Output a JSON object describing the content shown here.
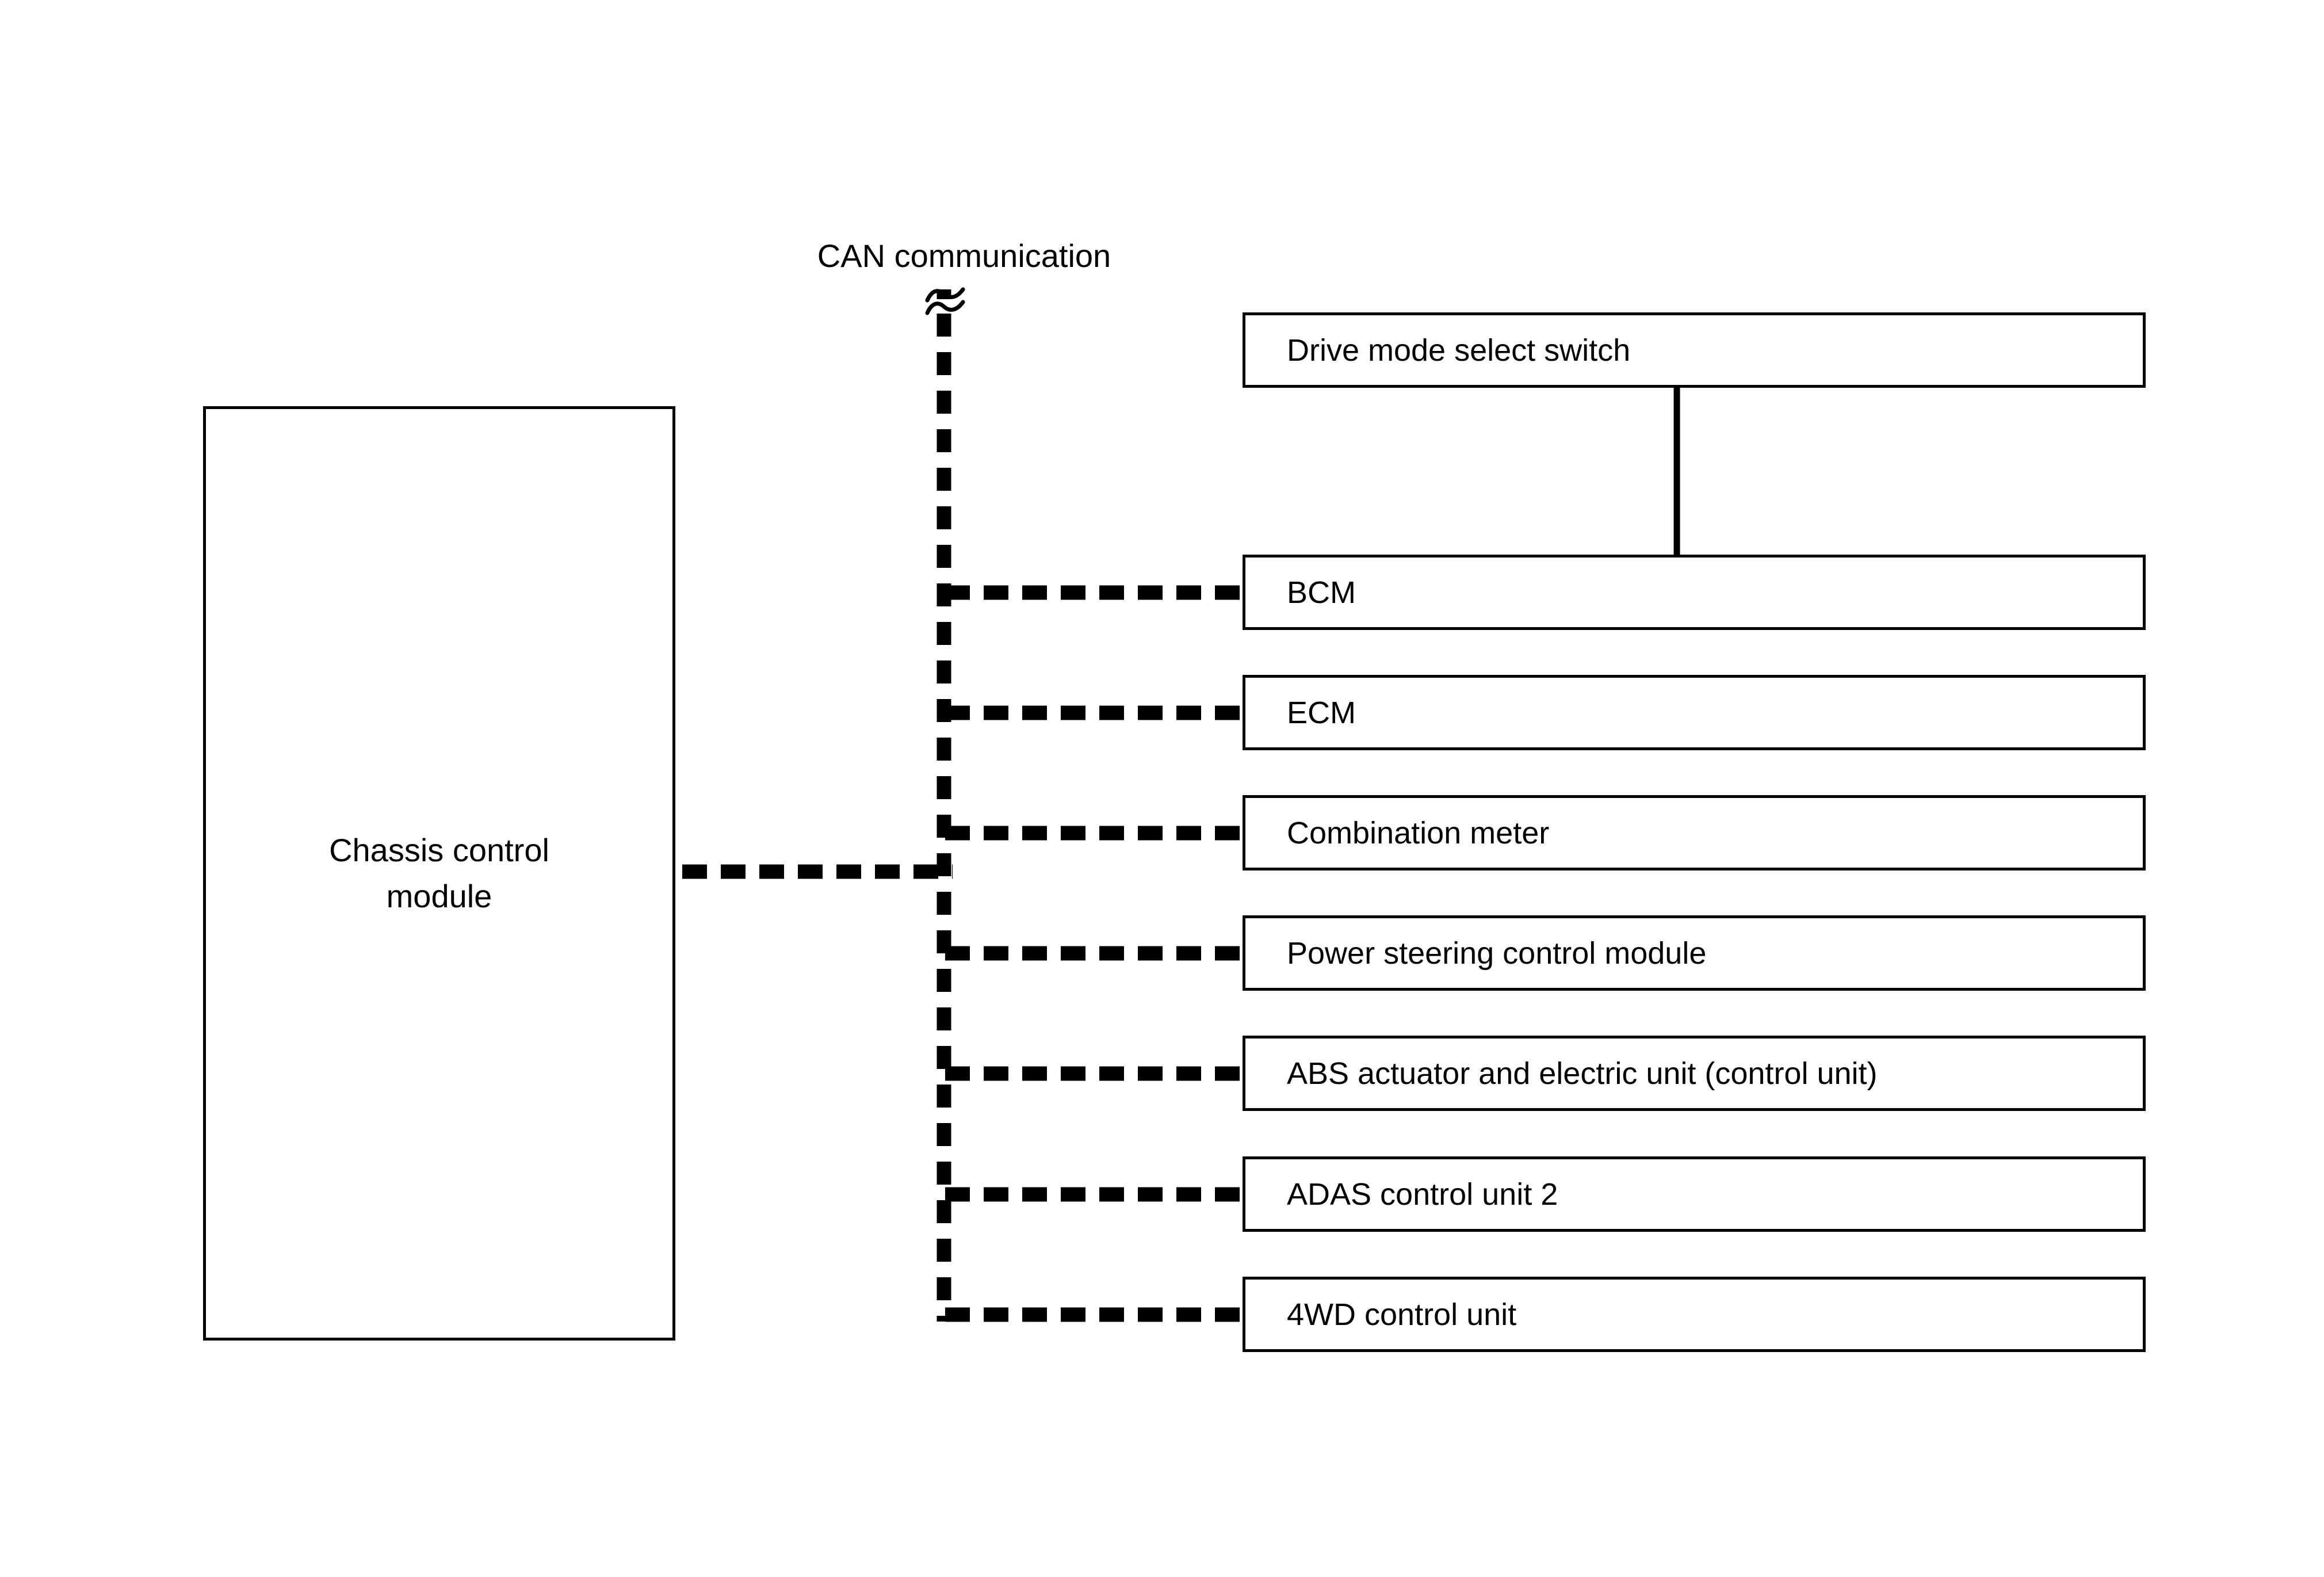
{
  "diagram": {
    "background_color": "#ffffff",
    "line_color": "#000000",
    "bus": {
      "label": "CAN communication"
    },
    "source": {
      "label_line1": "Chassis control",
      "label_line2": "module"
    },
    "nodes": [
      {
        "label": "Drive mode select switch"
      },
      {
        "label": "BCM"
      },
      {
        "label": "ECM"
      },
      {
        "label": "Combination meter"
      },
      {
        "label": "Power steering control module"
      },
      {
        "label": "ABS actuator and electric unit (control unit)"
      },
      {
        "label": "ADAS control unit 2"
      },
      {
        "label": "4WD control unit"
      }
    ]
  }
}
